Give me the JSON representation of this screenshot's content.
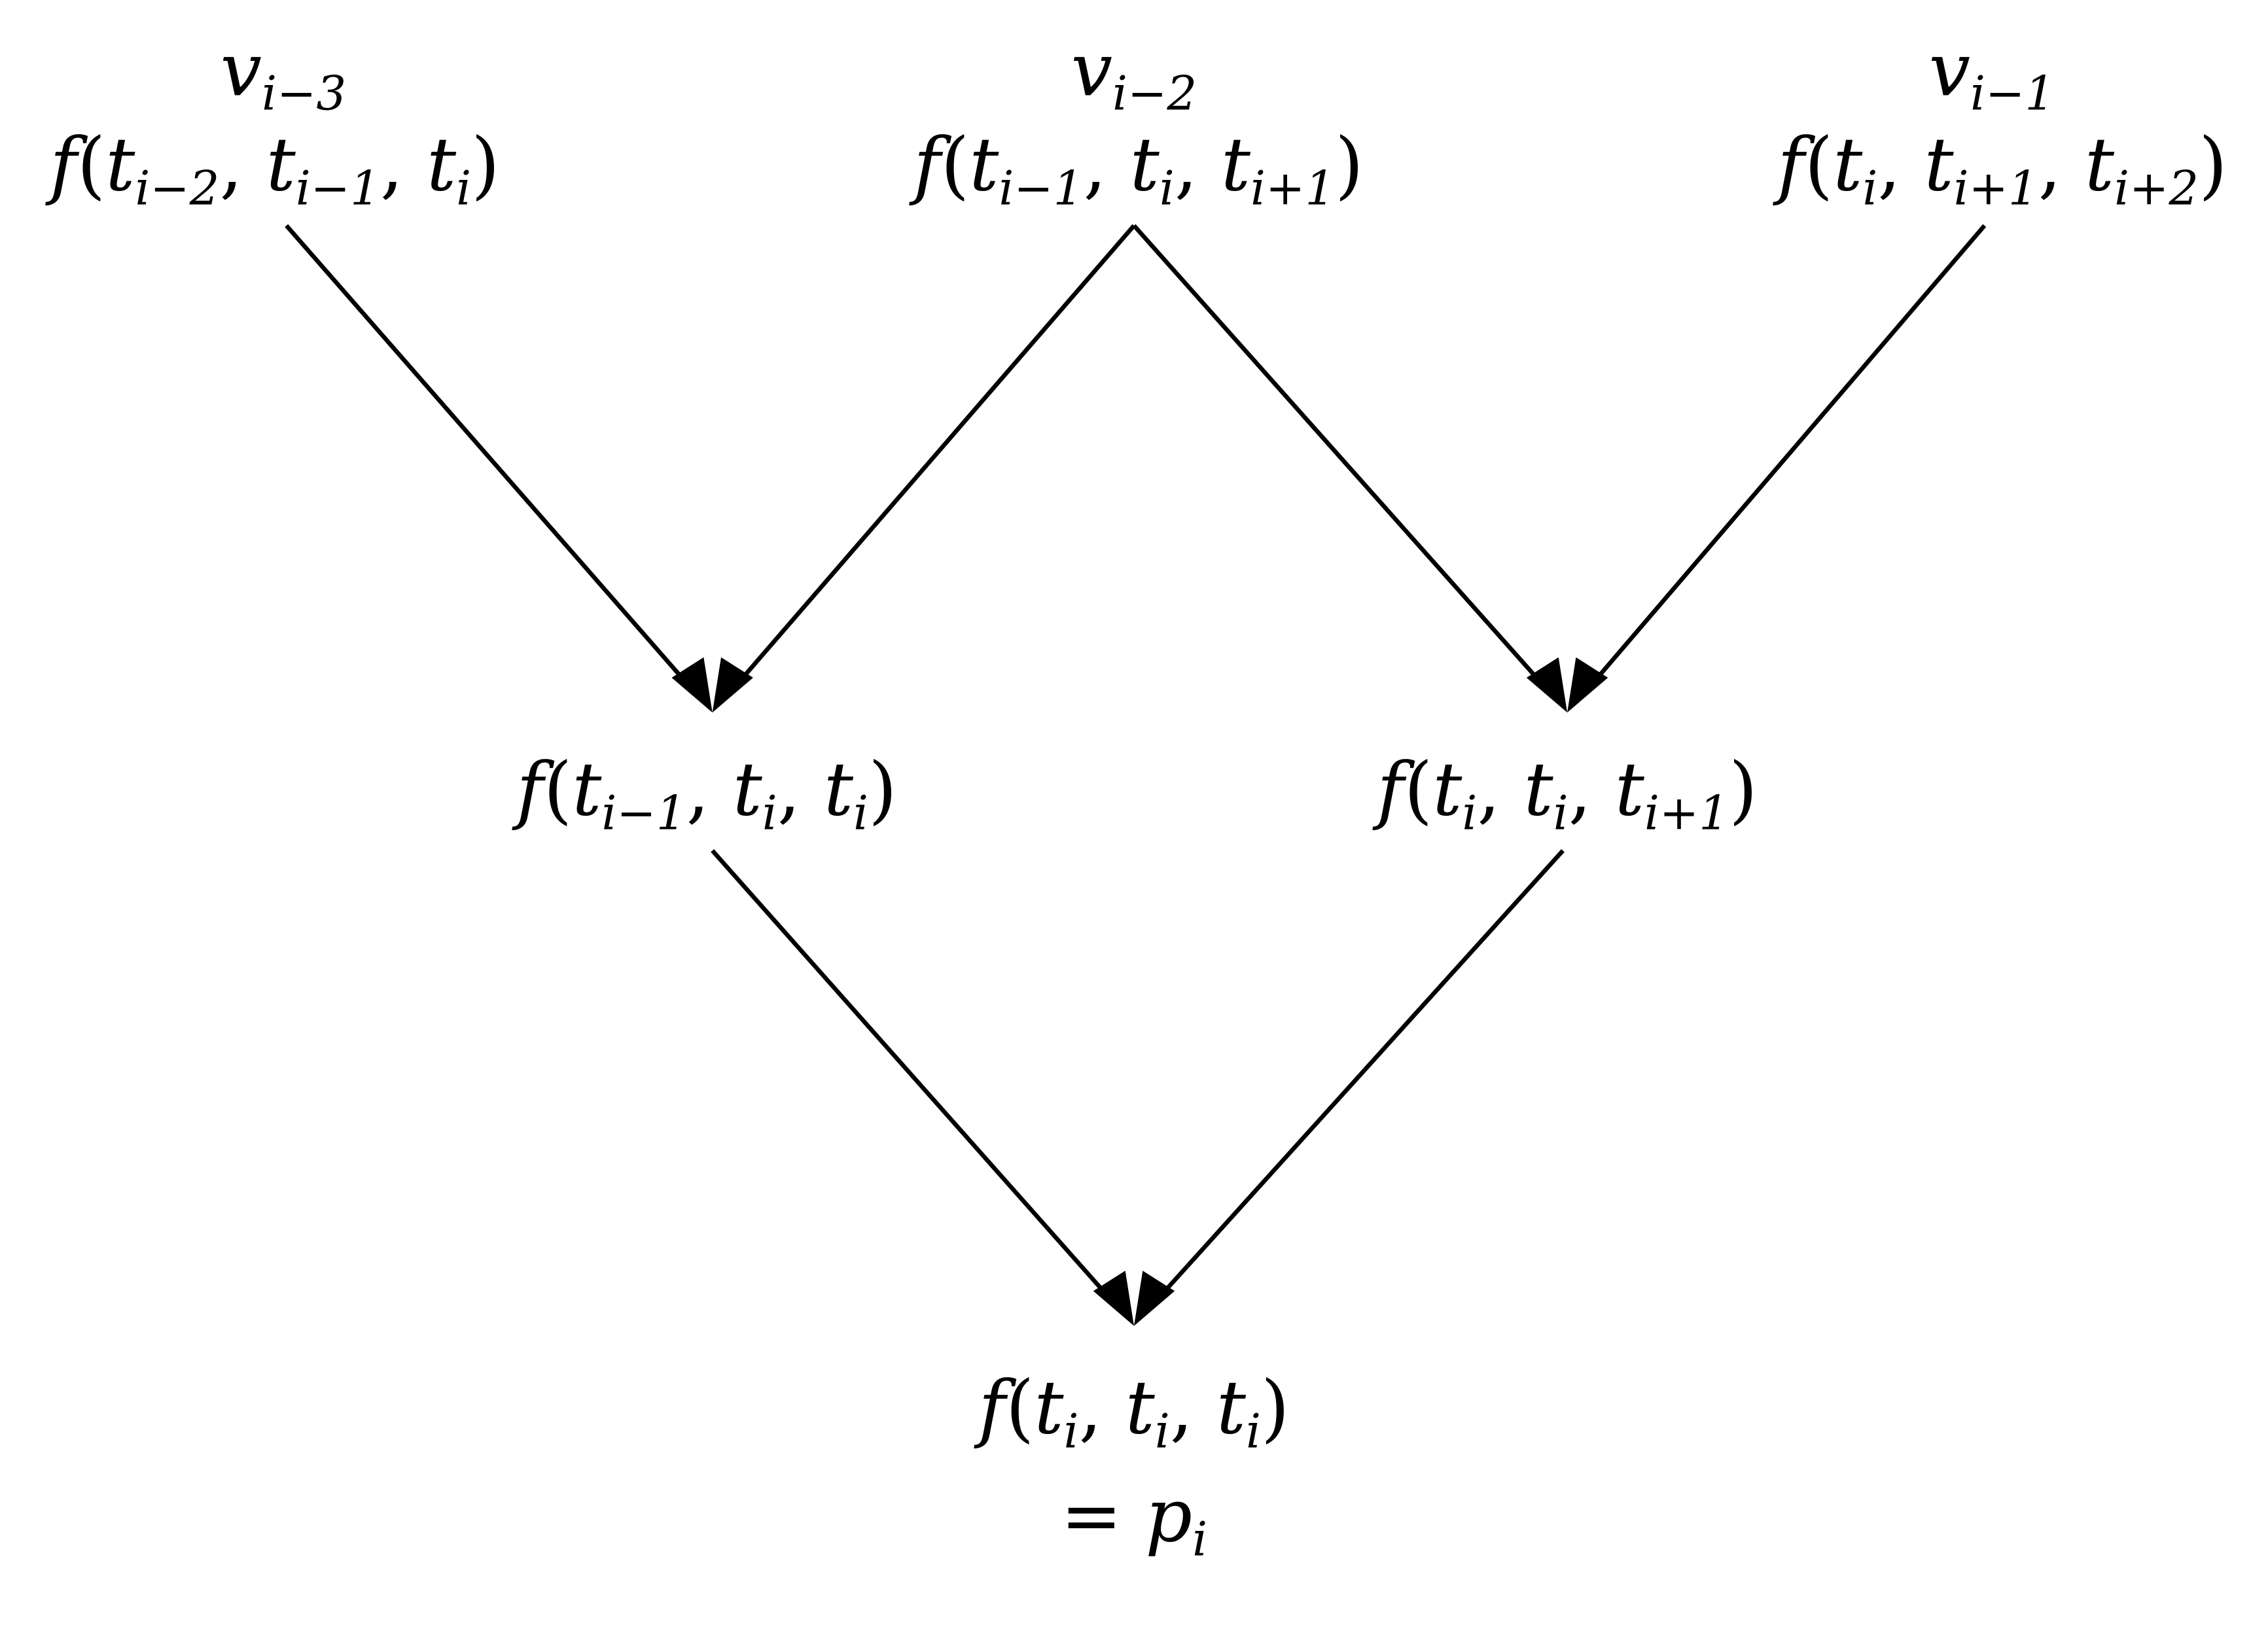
{
  "nodes": [
    {
      "id": "v-i-3",
      "parts": [
        {
          "t": "v"
        },
        {
          "s": "i−3"
        }
      ]
    },
    {
      "id": "f-top-left",
      "parts": [
        {
          "t": "f"
        },
        {
          "u": "("
        },
        {
          "t": "t"
        },
        {
          "s": "i−2"
        },
        {
          "u": ", "
        },
        {
          "t": "t"
        },
        {
          "s": "i−1"
        },
        {
          "u": ", "
        },
        {
          "t": "t"
        },
        {
          "s": "i"
        },
        {
          "u": ")"
        }
      ]
    },
    {
      "id": "v-i-2",
      "parts": [
        {
          "t": "v"
        },
        {
          "s": "i−2"
        }
      ]
    },
    {
      "id": "f-top-middle",
      "parts": [
        {
          "t": "f"
        },
        {
          "u": "("
        },
        {
          "t": "t"
        },
        {
          "s": "i−1"
        },
        {
          "u": ", "
        },
        {
          "t": "t"
        },
        {
          "s": "i"
        },
        {
          "u": ", "
        },
        {
          "t": "t"
        },
        {
          "s": "i+1"
        },
        {
          "u": ")"
        }
      ]
    },
    {
      "id": "v-i-1",
      "parts": [
        {
          "t": "v"
        },
        {
          "s": "i−1"
        }
      ]
    },
    {
      "id": "f-top-right",
      "parts": [
        {
          "t": "f"
        },
        {
          "u": "("
        },
        {
          "t": "t"
        },
        {
          "s": "i"
        },
        {
          "u": ", "
        },
        {
          "t": "t"
        },
        {
          "s": "i+1"
        },
        {
          "u": ", "
        },
        {
          "t": "t"
        },
        {
          "s": "i+2"
        },
        {
          "u": ")"
        }
      ]
    },
    {
      "id": "f-mid-left",
      "parts": [
        {
          "t": "f"
        },
        {
          "u": "("
        },
        {
          "t": "t"
        },
        {
          "s": "i−1"
        },
        {
          "u": ", "
        },
        {
          "t": "t"
        },
        {
          "s": "i"
        },
        {
          "u": ", "
        },
        {
          "t": "t"
        },
        {
          "s": "i"
        },
        {
          "u": ")"
        }
      ]
    },
    {
      "id": "f-mid-right",
      "parts": [
        {
          "t": "f"
        },
        {
          "u": "("
        },
        {
          "t": "t"
        },
        {
          "s": "i"
        },
        {
          "u": ", "
        },
        {
          "t": "t"
        },
        {
          "s": "i"
        },
        {
          "u": ", "
        },
        {
          "t": "t"
        },
        {
          "s": "i+1"
        },
        {
          "u": ")"
        }
      ]
    },
    {
      "id": "f-bottom",
      "parts": [
        {
          "t": "f"
        },
        {
          "u": "("
        },
        {
          "t": "t"
        },
        {
          "s": "i"
        },
        {
          "u": ", "
        },
        {
          "t": "t"
        },
        {
          "s": "i"
        },
        {
          "u": ", "
        },
        {
          "t": "t"
        },
        {
          "s": "i"
        },
        {
          "u": ")"
        }
      ]
    },
    {
      "id": "p-i",
      "parts": [
        {
          "u": "= "
        },
        {
          "t": "p"
        },
        {
          "s": "i"
        }
      ]
    }
  ]
}
